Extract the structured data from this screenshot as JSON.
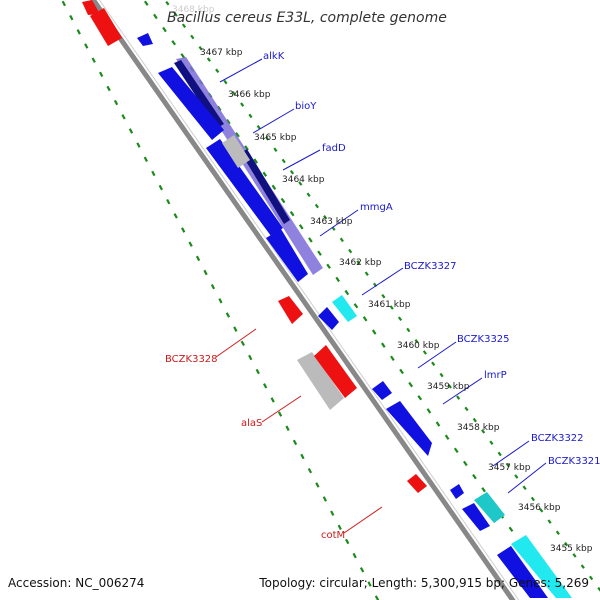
{
  "title": "Bacillus cereus E33L, complete genome",
  "accession": "Accession: NC_006274",
  "topology": "Topology: circular; Length: 5,300,915 bp; Genes: 5,269",
  "colors": {
    "forward": "#1010e0",
    "reverse": "#ee1111",
    "other": "#bbbbbb",
    "cyan": "#22e8f0",
    "teal": "#1ec8c8",
    "purple": "#7b6cd8",
    "navy": "#101080",
    "backbone": "#888888",
    "ticks": "#1a8a1a",
    "label_blue": "#1a1acc",
    "label_red": "#cc1a1a"
  },
  "scale_labels": [
    "3468 kbp",
    "3467 kbp",
    "3466 kbp",
    "3465 kbp",
    "3464 kbp",
    "3463 kbp",
    "3462 kbp",
    "3461 kbp",
    "3460 kbp",
    "3459 kbp",
    "3458 kbp",
    "3457 kbp",
    "3456 kbp",
    "3455 kbp"
  ],
  "gene_labels": {
    "forward": [
      "alkK",
      "bioY",
      "fadD",
      "mmgA",
      "BCZK3327",
      "BCZK3325",
      "lmrP",
      "BCZK3322",
      "BCZK3321"
    ],
    "reverse": [
      "BCZK3328",
      "alaS",
      "cotM"
    ]
  }
}
